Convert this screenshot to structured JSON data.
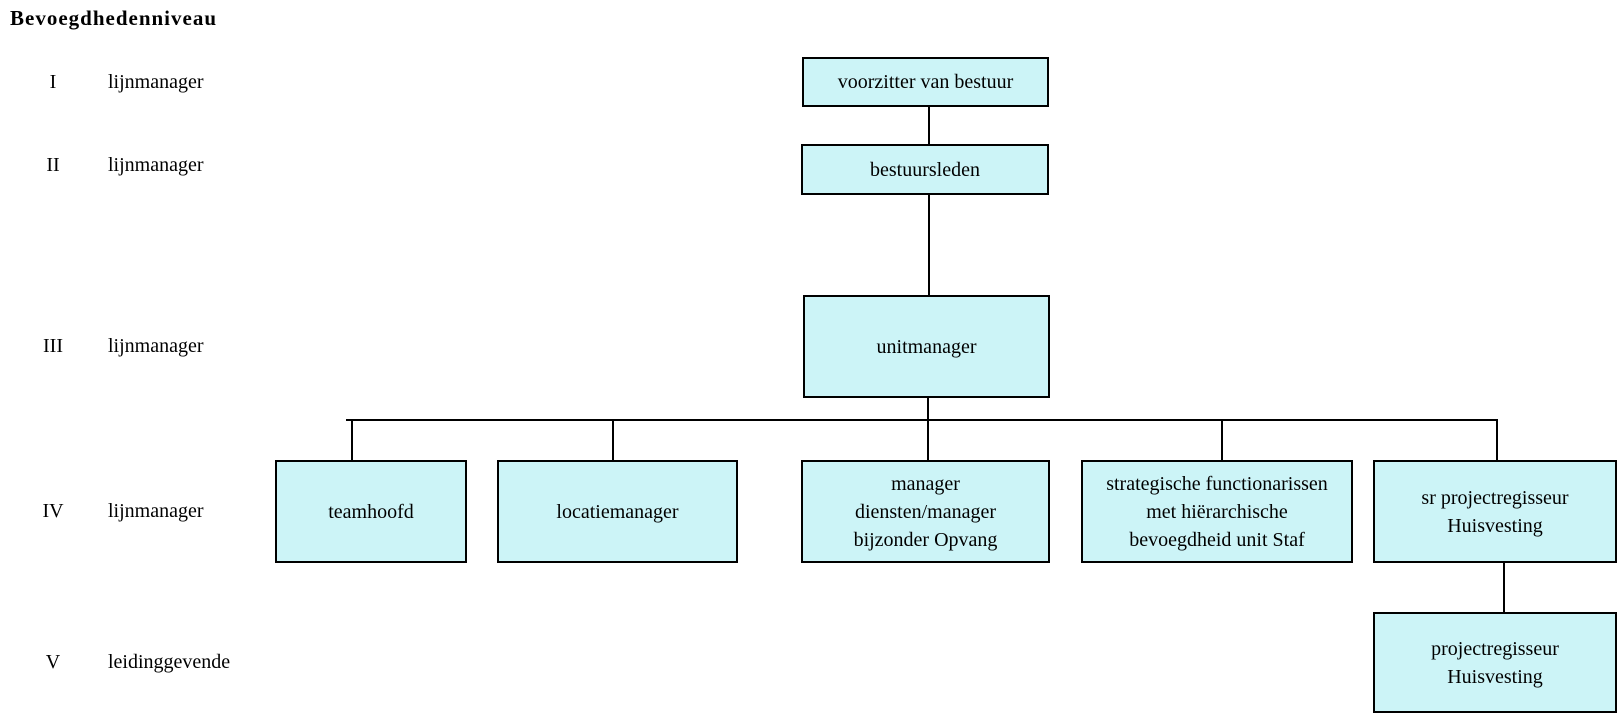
{
  "title": "Bevoegdhedenniveau",
  "levels": [
    {
      "numeral": "I",
      "label": "lijnmanager"
    },
    {
      "numeral": "II",
      "label": "lijnmanager"
    },
    {
      "numeral": "III",
      "label": "lijnmanager"
    },
    {
      "numeral": "IV",
      "label": "lijnmanager"
    },
    {
      "numeral": "V",
      "label": "leidinggevende"
    }
  ],
  "nodes": {
    "voorzitter": {
      "label": "voorzitter van bestuur"
    },
    "bestuursleden": {
      "label": "bestuursleden"
    },
    "unitmanager": {
      "label": "unitmanager"
    },
    "teamhoofd": {
      "label": "teamhoofd"
    },
    "locatiemanager": {
      "label": "locatiemanager"
    },
    "manager_diensten": {
      "label": "manager\ndiensten/manager\nbijzonder Opvang"
    },
    "strategische": {
      "label": "strategische functionarissen\nmet hiërarchische\nbevoegdheid unit Staf"
    },
    "sr_projectregisseur": {
      "label": "sr projectregisseur\nHuisvesting"
    },
    "projectregisseur": {
      "label": "projectregisseur\nHuisvesting"
    }
  },
  "colors": {
    "node_fill": "#CCF4F7",
    "node_border": "#000000",
    "line": "#000000"
  }
}
